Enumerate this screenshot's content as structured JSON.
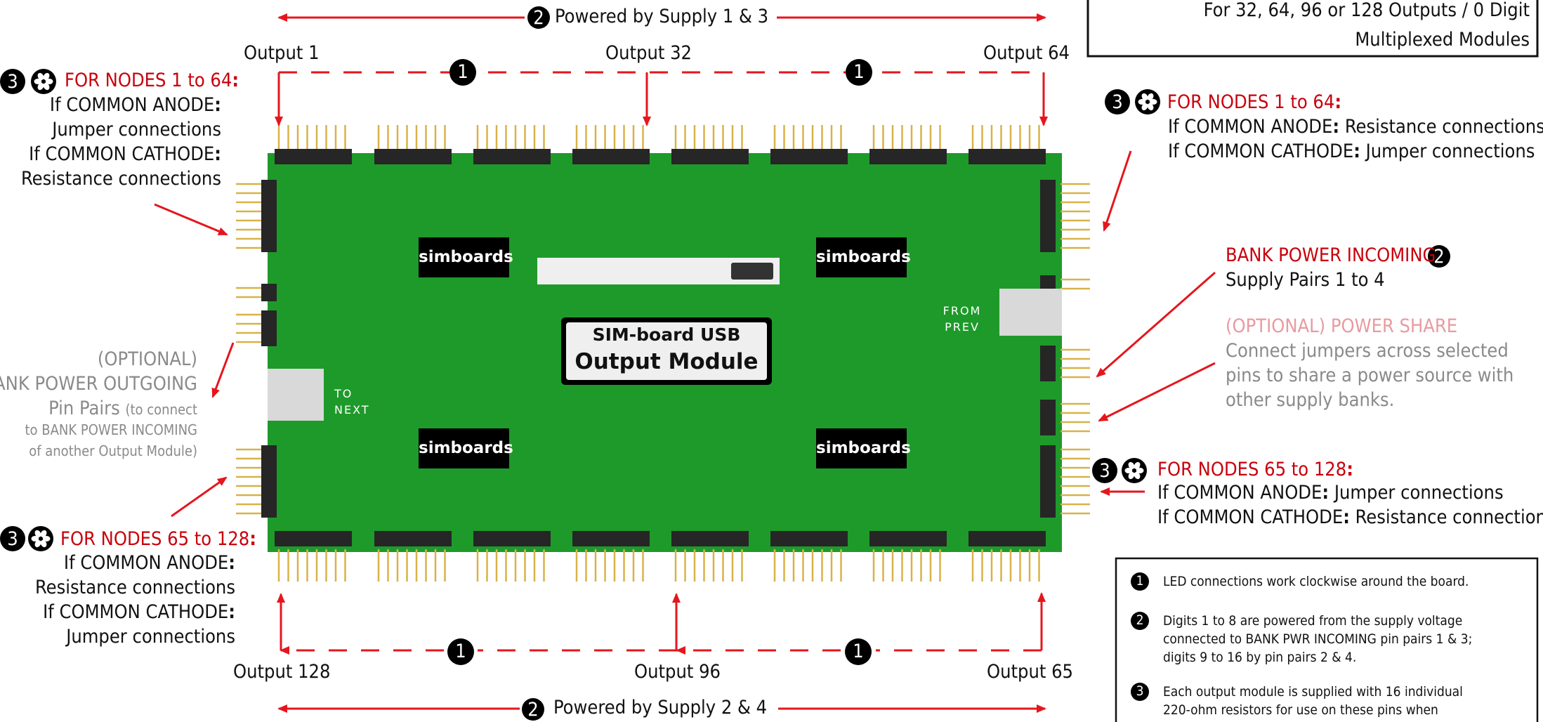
{
  "info_box": {
    "line1": "For 32, 64, 96 or 128 Outputs / 0 Digit",
    "line2": "Multiplexed Modules"
  },
  "top": {
    "supply_label": "Powered by Supply 1 & 3",
    "supply_num": "2",
    "out_left": "Output 1",
    "out_mid": "Output 32",
    "out_right": "Output 64",
    "step": "1"
  },
  "bottom": {
    "supply_label": "Powered by Supply 2 & 4",
    "supply_num": "2",
    "out_left": "Output 128",
    "out_mid": "Output 96",
    "out_right": "Output 65",
    "step": "1"
  },
  "left_top": {
    "num": "3",
    "title": "FOR NODES 1 to 64",
    "l1": "If COMMON ANODE",
    "l2": "Jumper connections",
    "l3": "If COMMON CATHODE",
    "l4": "Resistance connections"
  },
  "left_mid": {
    "l1": "(OPTIONAL)",
    "l2": "BANK POWER OUTGOING",
    "l3a": "Pin Pairs",
    "l3b": "(to connect",
    "l4": "to BANK POWER INCOMING",
    "l5": "of another Output Module)"
  },
  "left_bottom": {
    "num": "3",
    "title": "FOR NODES 65 to 128",
    "l1": "If COMMON ANODE",
    "l2": "Resistance connections",
    "l3": "If COMMON CATHODE",
    "l4": "Jumper connections"
  },
  "right_top": {
    "num": "3",
    "title": "FOR NODES 1 to 64",
    "l1a": "If COMMON ANODE",
    "l1b": "Resistance connections",
    "l2a": "If COMMON CATHODE",
    "l2b": "Jumper connections"
  },
  "right_power": {
    "title": "BANK POWER INCOMING",
    "num": "2",
    "l1": "Supply Pairs 1 to 4"
  },
  "right_share": {
    "title": "(OPTIONAL) POWER SHARE",
    "l1": "Connect jumpers across selected",
    "l2": "pins to share a power source with",
    "l3": "other supply banks."
  },
  "right_bottom": {
    "num": "3",
    "title": "FOR NODES 65 to 128",
    "l1a": "If COMMON ANODE",
    "l1b": "Jumper connections",
    "l2a": "If COMMON CATHODE",
    "l2b": "Resistance connections"
  },
  "board": {
    "brand": "simboards",
    "title1": "SIM-board USB",
    "title2": "Output Module",
    "from1": "FROM",
    "from2": "PREV",
    "to1": "TO",
    "to2": "NEXT"
  },
  "notes": [
    {
      "num": "1",
      "lines": [
        "LED connections work clockwise around the board."
      ]
    },
    {
      "num": "2",
      "lines": [
        "Digits 1 to 8 are powered from the supply voltage",
        "connected to BANK PWR INCOMING pin pairs 1 & 3;",
        "digits 9 to 16 by pin pairs 2 & 4."
      ]
    },
    {
      "num": "3",
      "lines": [
        "Each output module is supplied with 16 individual",
        "220-ohm resistors for use on these pins when"
      ]
    }
  ],
  "colors": {
    "board": "#1e9a2a",
    "arrow": "#e5161d",
    "red_text": "#c8000b",
    "header": "#222222",
    "pin": "#d8b24a"
  }
}
